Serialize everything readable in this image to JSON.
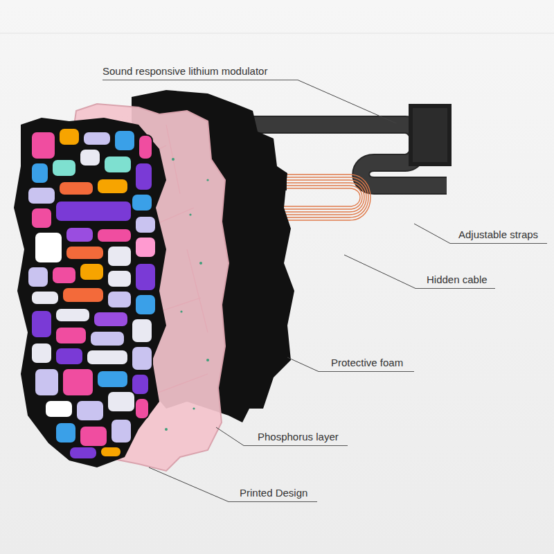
{
  "diagram": {
    "labels": [
      "Sound responsive lithium modulator",
      "Adjustable straps",
      "Hidden cable",
      "Protective foam",
      "Phosphorus layer",
      "Printed Design"
    ]
  }
}
